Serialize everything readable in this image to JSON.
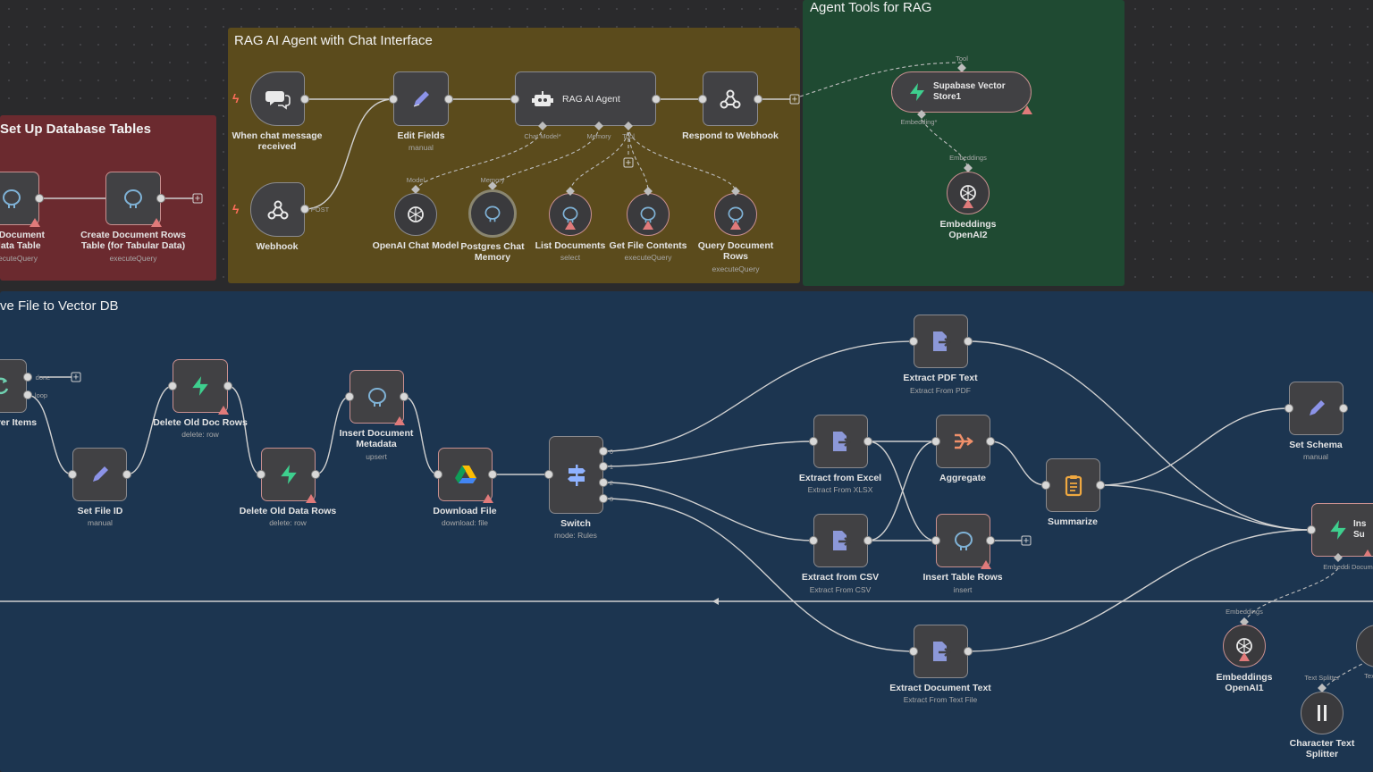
{
  "stickies": {
    "setup_title": "Set Up Database Tables",
    "rag_title": "RAG AI Agent with Chat Interface",
    "tools_title": "Agent Tools for RAG",
    "vector_title": "ve File to Vector DB"
  },
  "nodes": {
    "metadata_table": {
      "label": "e Document\ndata Table",
      "sub": "ecuteQuery"
    },
    "doc_rows_table": {
      "label": "Create Document Rows\nTable (for Tabular Data)",
      "sub": "executeQuery"
    },
    "chat_trigger": {
      "label": "When chat message\nreceived"
    },
    "webhook": {
      "label": "Webhook"
    },
    "webhook_post": "POST",
    "edit_fields": {
      "label": "Edit Fields",
      "sub": "manual"
    },
    "rag_agent": {
      "label": "RAG AI Agent"
    },
    "respond_webhook": {
      "label": "Respond to Webhook"
    },
    "openai_chat": {
      "label": "OpenAI Chat Model"
    },
    "postgres_memory": {
      "label": "Postgres Chat\nMemory"
    },
    "list_documents": {
      "label": "List Documents",
      "sub": "select"
    },
    "get_file_contents": {
      "label": "Get File Contents",
      "sub": "executeQuery"
    },
    "query_rows": {
      "label": "Query Document\nRows",
      "sub": "executeQuery"
    },
    "supabase_store1": {
      "label": "Supabase Vector\nStore1"
    },
    "embeddings_openai2": {
      "label": "Embeddings\nOpenAI2"
    },
    "loop_items": {
      "label": "ver Items"
    },
    "set_file_id": {
      "label": "Set File ID",
      "sub": "manual"
    },
    "delete_doc_rows": {
      "label": "Delete Old Doc Rows",
      "sub": "delete: row"
    },
    "delete_data_rows": {
      "label": "Delete Old Data Rows",
      "sub": "delete: row"
    },
    "insert_metadata": {
      "label": "Insert Document\nMetadata",
      "sub": "upsert"
    },
    "download_file": {
      "label": "Download File",
      "sub": "download: file"
    },
    "switch": {
      "label": "Switch",
      "sub": "mode: Rules"
    },
    "extract_pdf": {
      "label": "Extract PDF Text",
      "sub": "Extract From PDF"
    },
    "extract_excel": {
      "label": "Extract from Excel",
      "sub": "Extract From XLSX"
    },
    "extract_csv": {
      "label": "Extract from CSV",
      "sub": "Extract From CSV"
    },
    "extract_doc": {
      "label": "Extract Document Text",
      "sub": "Extract From Text File"
    },
    "aggregate": {
      "label": "Aggregate"
    },
    "insert_table_rows": {
      "label": "Insert Table Rows",
      "sub": "insert"
    },
    "summarize": {
      "label": "Summarize"
    },
    "set_schema": {
      "label": "Set Schema",
      "sub": "manual"
    },
    "insert_supabase": {
      "label": "Ins\nSu"
    },
    "embeddings_openai1": {
      "label": "Embeddings\nOpenAI1"
    },
    "char_splitter": {
      "label": "Character Text\nSplitter"
    }
  },
  "ports": {
    "done": "done",
    "loop": "loop",
    "chat_model": "Chat Model*",
    "memory": "Memory",
    "tool": "Tool",
    "model": "Model",
    "memory2": "Memory",
    "tool_top": "Tool",
    "embedding": "Embedding*",
    "embeddings": "Embeddings",
    "embeddings_bottom": "Embeddings",
    "embeddi_doc": "Embeddi Docum",
    "text_splitter": "Text Splitter",
    "text_right": "Tex",
    "sw0": "0",
    "sw1": "1",
    "sw2": "2",
    "sw3": "3"
  },
  "colors": {
    "canvas": "#2a2a2c",
    "sticky_red": "#6b2a2f",
    "sticky_yellow": "#5b4b1c",
    "sticky_green": "#1f4a32",
    "sticky_blue": "#1c3550",
    "wire": "#d0d0d0",
    "warning": "#e07a7a",
    "trigger": "#ff6d5a"
  },
  "icons": {
    "postgres": "postgres-elephant-icon",
    "chat": "chat-bubbles-icon",
    "webhook": "webhook-icon",
    "pencil": "pencil-icon",
    "robot": "robot-icon",
    "openai": "openai-icon",
    "supabase": "supabase-bolt-icon",
    "gdrive": "google-drive-icon",
    "switch": "switch-signpost-icon",
    "extract": "extract-file-icon",
    "aggregate": "aggregate-icon",
    "summarize": "clipboard-icon",
    "loop": "loop-arrow-icon",
    "splitter": "text-splitter-icon"
  }
}
